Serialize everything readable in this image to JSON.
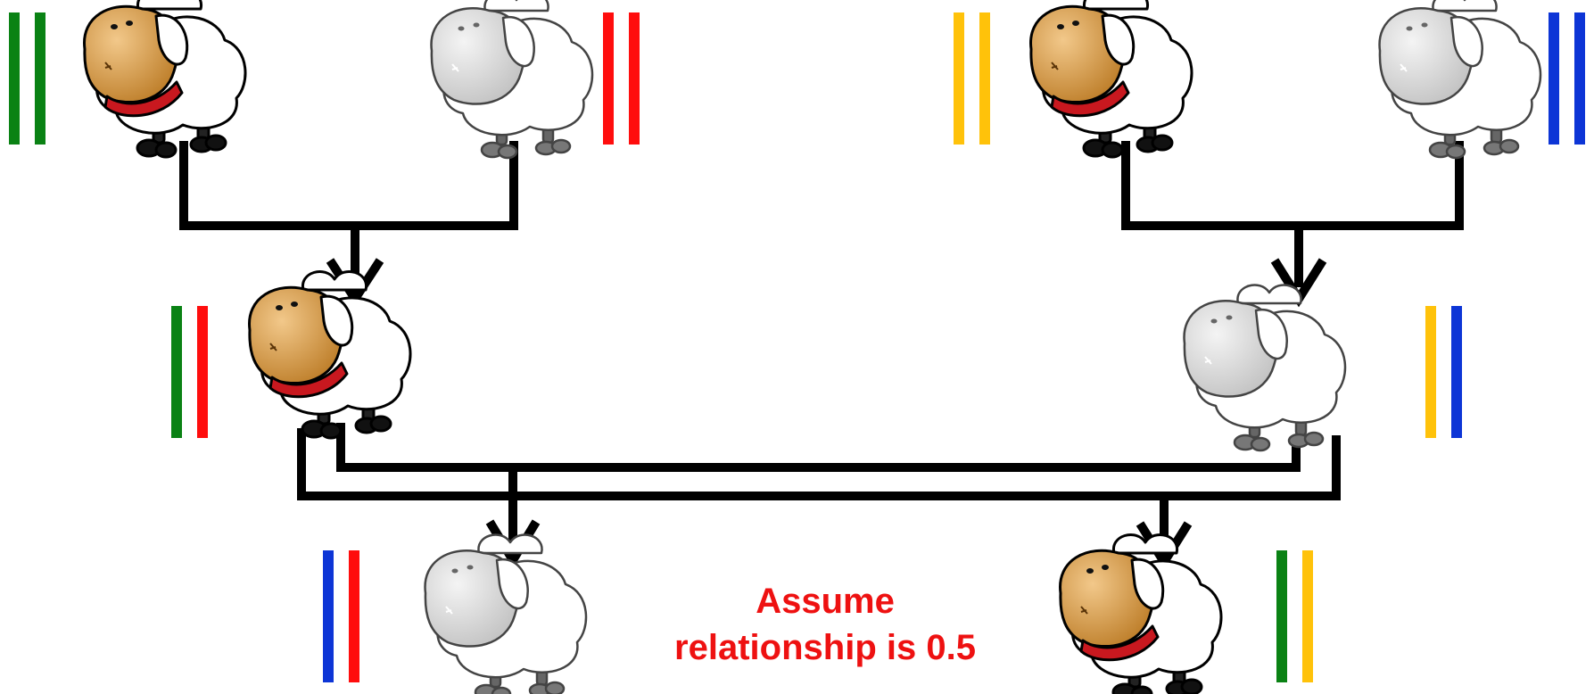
{
  "colors": {
    "green": "#0a8214",
    "red": "#ff0d0d",
    "yellow": "#ffc20a",
    "blue": "#0d35d6",
    "black": "#000000",
    "note": "#ee1111"
  },
  "sheep": [
    {
      "id": "grandparent-a",
      "breed": "brown-face-red-collar",
      "alleles": [
        "green",
        "green"
      ]
    },
    {
      "id": "grandparent-b",
      "breed": "white-face",
      "alleles": [
        "red",
        "red"
      ]
    },
    {
      "id": "grandparent-c",
      "breed": "brown-face-red-collar",
      "alleles": [
        "yellow",
        "yellow"
      ]
    },
    {
      "id": "grandparent-d",
      "breed": "white-face",
      "alleles": [
        "blue",
        "blue"
      ]
    },
    {
      "id": "parent-left",
      "breed": "brown-face-red-collar",
      "alleles": [
        "green",
        "red"
      ]
    },
    {
      "id": "parent-right",
      "breed": "white-face",
      "alleles": [
        "yellow",
        "blue"
      ]
    },
    {
      "id": "offspring-left",
      "breed": "white-face",
      "alleles": [
        "blue",
        "red"
      ]
    },
    {
      "id": "offspring-right",
      "breed": "brown-face-red-collar",
      "alleles": [
        "green",
        "yellow"
      ]
    }
  ],
  "annotation": {
    "line1": "Assume",
    "line2": "relationship is 0.5"
  }
}
